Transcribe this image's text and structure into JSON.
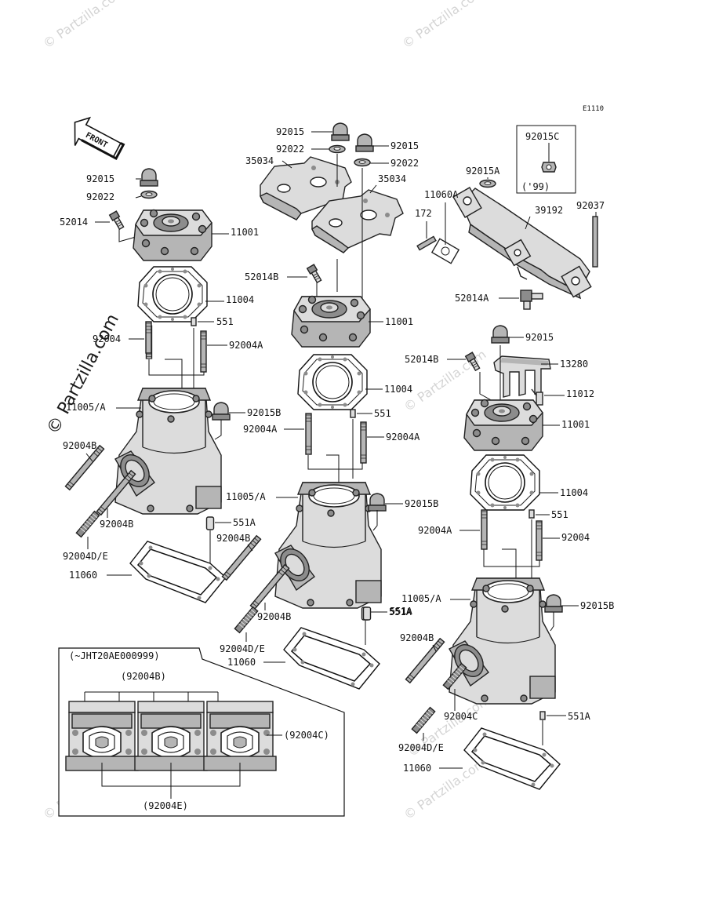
{
  "diagram_code": "E1110",
  "front_label": "FRONT",
  "copyright_watermark": "© Partzilla.com",
  "watermark_small": "© Partzilla.com",
  "inset": {
    "title": "(~JHT20AE000999)",
    "label_b": "(92004B)",
    "label_c": "(92004C)",
    "label_e": "(92004E)"
  },
  "box_99": {
    "part": "92015C",
    "note": "('99)"
  },
  "labels": {
    "l1": "92015",
    "l2": "92022",
    "l3": "52014",
    "l4": "11001",
    "l5": "11004",
    "l6": "92004",
    "l7": "551",
    "l8": "92004A",
    "l9": "11005/A",
    "l10": "92015B",
    "l11": "92004B",
    "l12": "92004B",
    "l13": "92004D/E",
    "l14": "551A",
    "l15": "11060",
    "m1": "92015",
    "m2": "92022",
    "m3": "35034",
    "m4": "92015",
    "m5": "92022",
    "m6": "35034",
    "m7": "52014B",
    "m8": "11001",
    "m9": "11004",
    "m10": "551",
    "m11": "92004A",
    "m12": "92004A",
    "m13": "11005/A",
    "m14": "92015B",
    "m15": "551A",
    "m16": "92004B",
    "m17": "92004B",
    "m18": "92004D/E",
    "m19": "11060",
    "r1": "92015A",
    "r2": "11060A",
    "r3": "172",
    "r4": "39192",
    "r5": "92037",
    "r6": "52014A",
    "r7": "92015",
    "r8": "52014B",
    "r9": "13280",
    "r10": "11012",
    "r11": "11001",
    "r12": "11004",
    "r13": "551",
    "r14": "92004A",
    "r15": "92004",
    "r16": "11005/A",
    "r17": "92015B",
    "r18": "551A",
    "r19": "92004B",
    "r20": "92004C",
    "r21": "92004D/E",
    "r22": "551A",
    "r23": "11060"
  }
}
